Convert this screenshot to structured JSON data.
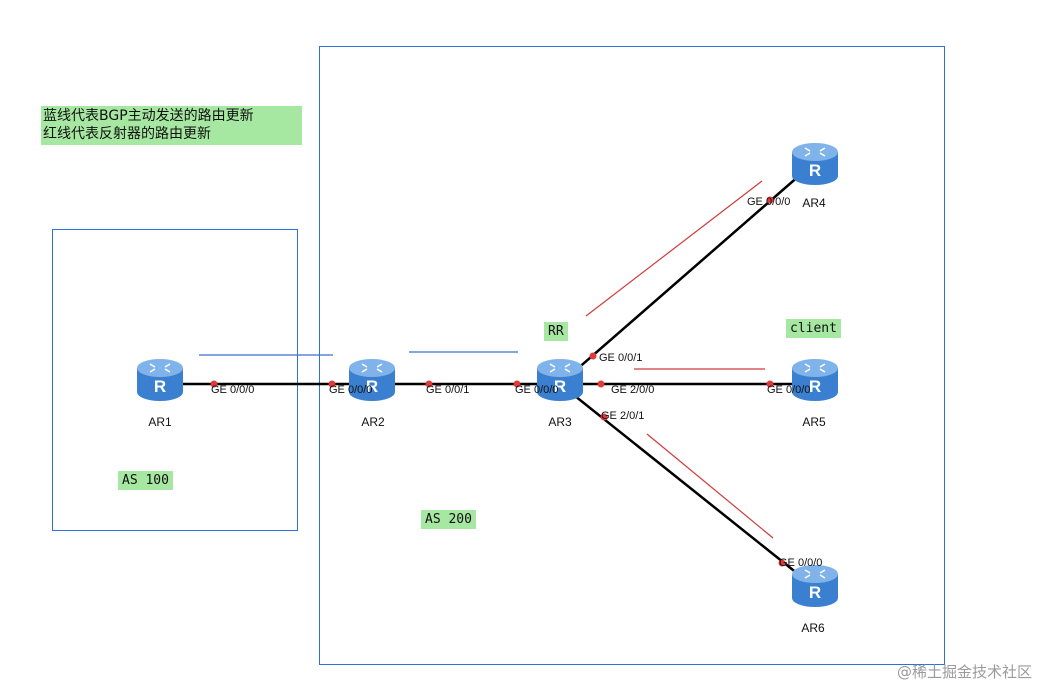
{
  "legend": {
    "line1": "蓝线代表BGP主动发送的路由更新",
    "line2": "红线代表反射器的路由更新"
  },
  "areas": {
    "as100": "AS 100",
    "as200": "AS 200"
  },
  "roles": {
    "rr": "RR",
    "client": "client"
  },
  "routers": {
    "ar1": "AR1",
    "ar2": "AR2",
    "ar3": "AR3",
    "ar4": "AR4",
    "ar5": "AR5",
    "ar6": "AR6"
  },
  "router_icon_letter": "R",
  "interfaces": {
    "ar1_ge000": "GE 0/0/0",
    "ar2_ge000": "GE 0/0/0",
    "ar2_ge001": "GE 0/0/1",
    "ar3_ge000": "GE 0/0/0",
    "ar3_ge001": "GE 0/0/1",
    "ar3_ge200": "GE 2/0/0",
    "ar3_ge201": "GE 2/0/1",
    "ar4_ge000": "GE 0/0/0",
    "ar5_ge000": "GE 0/0/0",
    "ar6_ge000": "GE 0/0/0"
  },
  "watermark": "@稀土掘金技术社区",
  "colors": {
    "boundary": "#2e6fd8",
    "bgp_update": "#3a6fcf",
    "reflector_update": "#d03a3a",
    "link": "#000000",
    "port": "#e03a3a",
    "router": "#3b7fd1",
    "label_bg": "#a6e7a1"
  }
}
